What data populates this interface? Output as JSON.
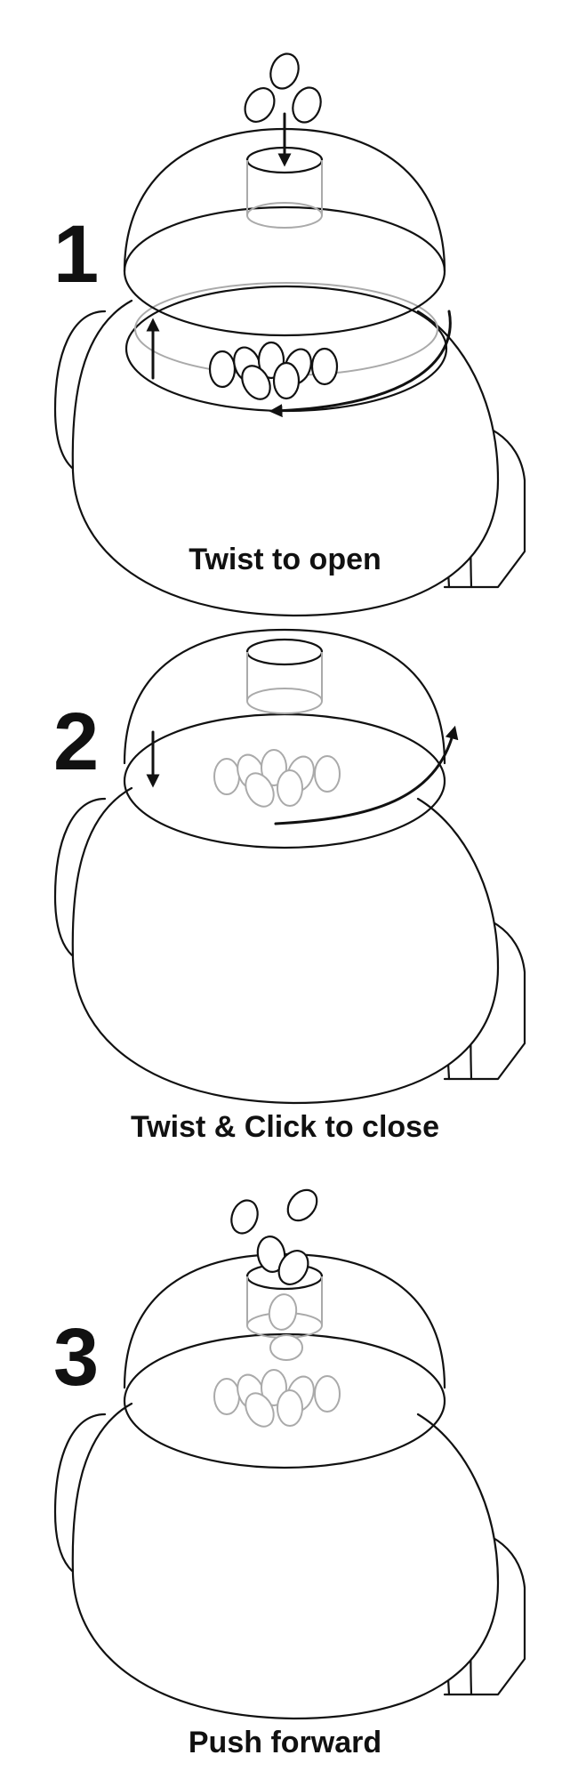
{
  "steps": [
    {
      "number": "1",
      "caption": "Twist to open"
    },
    {
      "number": "2",
      "caption": "Twist & Click to close"
    },
    {
      "number": "3",
      "caption": "Push forward"
    }
  ],
  "colors": {
    "ink": "#111111",
    "ghost": "#aaaaaa",
    "background": "#ffffff"
  }
}
